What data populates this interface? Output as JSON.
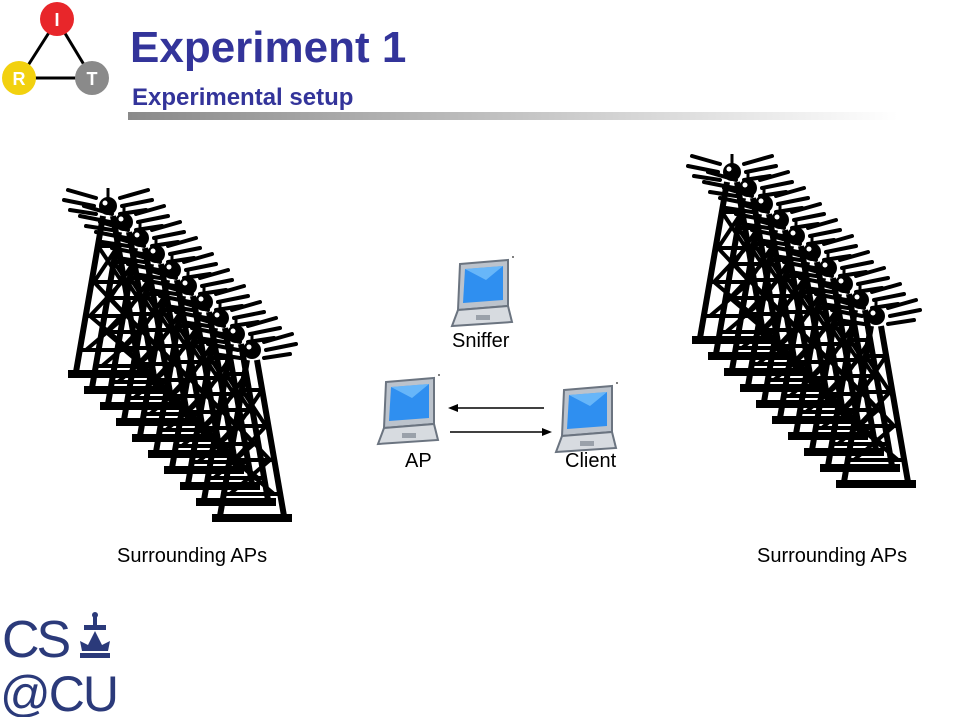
{
  "slide": {
    "title": "Experiment 1",
    "subtitle": "Experimental setup"
  },
  "logo_irt": {
    "nodes": [
      "I",
      "R",
      "T"
    ],
    "colors": {
      "I": "#e8262a",
      "R": "#f2d10f",
      "T": "#8a8a8a"
    }
  },
  "diagram": {
    "nodes": [
      {
        "id": "sniffer",
        "label": "Sniffer",
        "icon": "laptop-icon"
      },
      {
        "id": "ap",
        "label": "AP",
        "icon": "laptop-icon"
      },
      {
        "id": "client",
        "label": "Client",
        "icon": "laptop-icon"
      }
    ],
    "edges": [
      {
        "from": "client",
        "to": "ap"
      },
      {
        "from": "ap",
        "to": "client"
      }
    ],
    "groups": [
      {
        "id": "left",
        "label": "Surrounding APs",
        "icon": "radio-tower-icon",
        "count": 10
      },
      {
        "id": "right",
        "label": "Surrounding APs",
        "icon": "radio-tower-icon",
        "count": 10
      }
    ]
  },
  "footer_logo": {
    "line1": "CS",
    "line2": "@CU",
    "color": "#2b3a7a"
  }
}
